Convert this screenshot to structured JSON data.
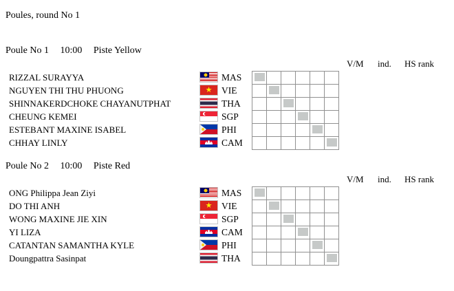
{
  "page": {
    "title": "Poules, round No 1"
  },
  "columns": {
    "vm": "V/M",
    "ind": "ind.",
    "hs_rank": "HS rank"
  },
  "colors": {
    "grid_border": "#909090",
    "diagonal_fill": "#c6c9c8"
  },
  "poules": [
    {
      "label": "Poule No 1",
      "time": "10:00",
      "piste": "Piste Yellow",
      "fencers": [
        {
          "name": "RIZZAL SURAYYA",
          "code": "MAS",
          "flag": "malaysia-flag-icon"
        },
        {
          "name": "NGUYEN THI THU PHUONG",
          "code": "VIE",
          "flag": "vietnam-flag-icon"
        },
        {
          "name": "SHINNAKERDCHOKE CHAYANUTPHAT",
          "code": "THA",
          "flag": "thailand-flag-icon"
        },
        {
          "name": "CHEUNG KEMEI",
          "code": "SGP",
          "flag": "singapore-flag-icon"
        },
        {
          "name": "ESTEBANT MAXINE ISABEL",
          "code": "PHI",
          "flag": "philippines-flag-icon"
        },
        {
          "name": "CHHAY LINLY",
          "code": "CAM",
          "flag": "cambodia-flag-icon"
        }
      ],
      "grid": {
        "rows": 6,
        "cols": 6,
        "diagonal_filled": true
      }
    },
    {
      "label": "Poule No 2",
      "time": "10:00",
      "piste": "Piste Red",
      "fencers": [
        {
          "name": "ONG Philippa Jean Ziyi",
          "code": "MAS",
          "flag": "malaysia-flag-icon"
        },
        {
          "name": "DO THI ANH",
          "code": "VIE",
          "flag": "vietnam-flag-icon"
        },
        {
          "name": "WONG MAXINE JIE XIN",
          "code": "SGP",
          "flag": "singapore-flag-icon"
        },
        {
          "name": "YI LIZA",
          "code": "CAM",
          "flag": "cambodia-flag-icon"
        },
        {
          "name": "CATANTAN SAMANTHA KYLE",
          "code": "PHI",
          "flag": "philippines-flag-icon"
        },
        {
          "name": "Doungpattra Sasinpat",
          "code": "THA",
          "flag": "thailand-flag-icon"
        }
      ],
      "grid": {
        "rows": 6,
        "cols": 6,
        "diagonal_filled": true
      }
    }
  ]
}
